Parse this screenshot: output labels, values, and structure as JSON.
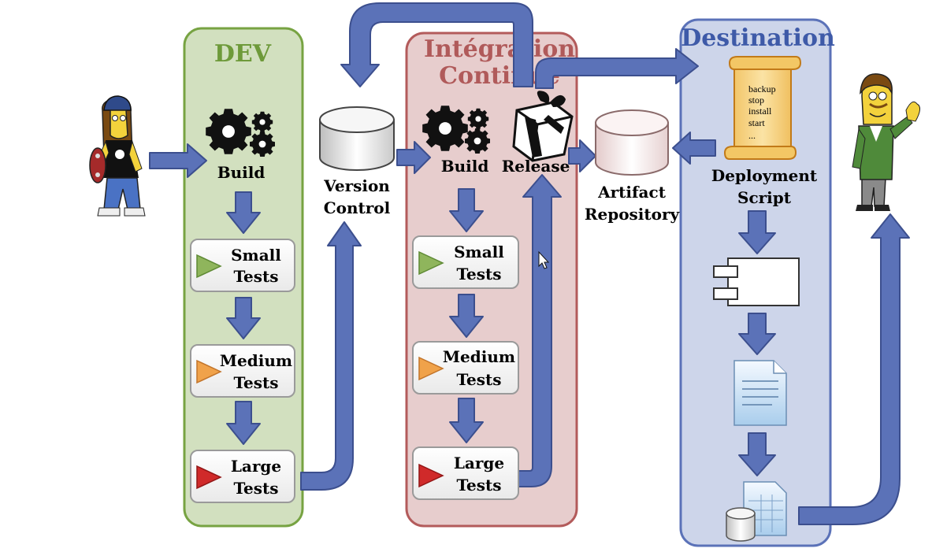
{
  "lanes": {
    "dev": {
      "title": "DEV",
      "color": "#d2e0bf",
      "border": "#77a342",
      "title_color": "#6e9a3a"
    },
    "ci": {
      "title": "Intégration Continue",
      "title_line1": "Intégration",
      "title_line2": "Continue",
      "color": "#e7cdcd",
      "border": "#b35b5b",
      "title_color": "#b05a5a"
    },
    "dest": {
      "title": "Destination",
      "color": "#cdd5ea",
      "border": "#5b72b8",
      "title_color": "#3e5aa8"
    }
  },
  "dev": {
    "build": "Build",
    "small": [
      "Small",
      "Tests"
    ],
    "medium": [
      "Medium",
      "Tests"
    ],
    "large": [
      "Large",
      "Tests"
    ]
  },
  "version_control": [
    "Version",
    "Control"
  ],
  "ci": {
    "build": "Build",
    "release": "Release",
    "small": [
      "Small",
      "Tests"
    ],
    "medium": [
      "Medium",
      "Tests"
    ],
    "large": [
      "Large",
      "Tests"
    ]
  },
  "artifact_repository": [
    "Artifact",
    "Repository"
  ],
  "deployment_script": {
    "label": [
      "Deployment",
      "Script"
    ],
    "lines": [
      "backup",
      "stop",
      "install",
      "start",
      "..."
    ]
  },
  "colors": {
    "arrow": "#5b72b8",
    "arrow_stroke": "#3c4f8e",
    "small_flag": "#8fb55c",
    "medium_flag": "#f0a24a",
    "large_flag": "#d02a2a"
  }
}
